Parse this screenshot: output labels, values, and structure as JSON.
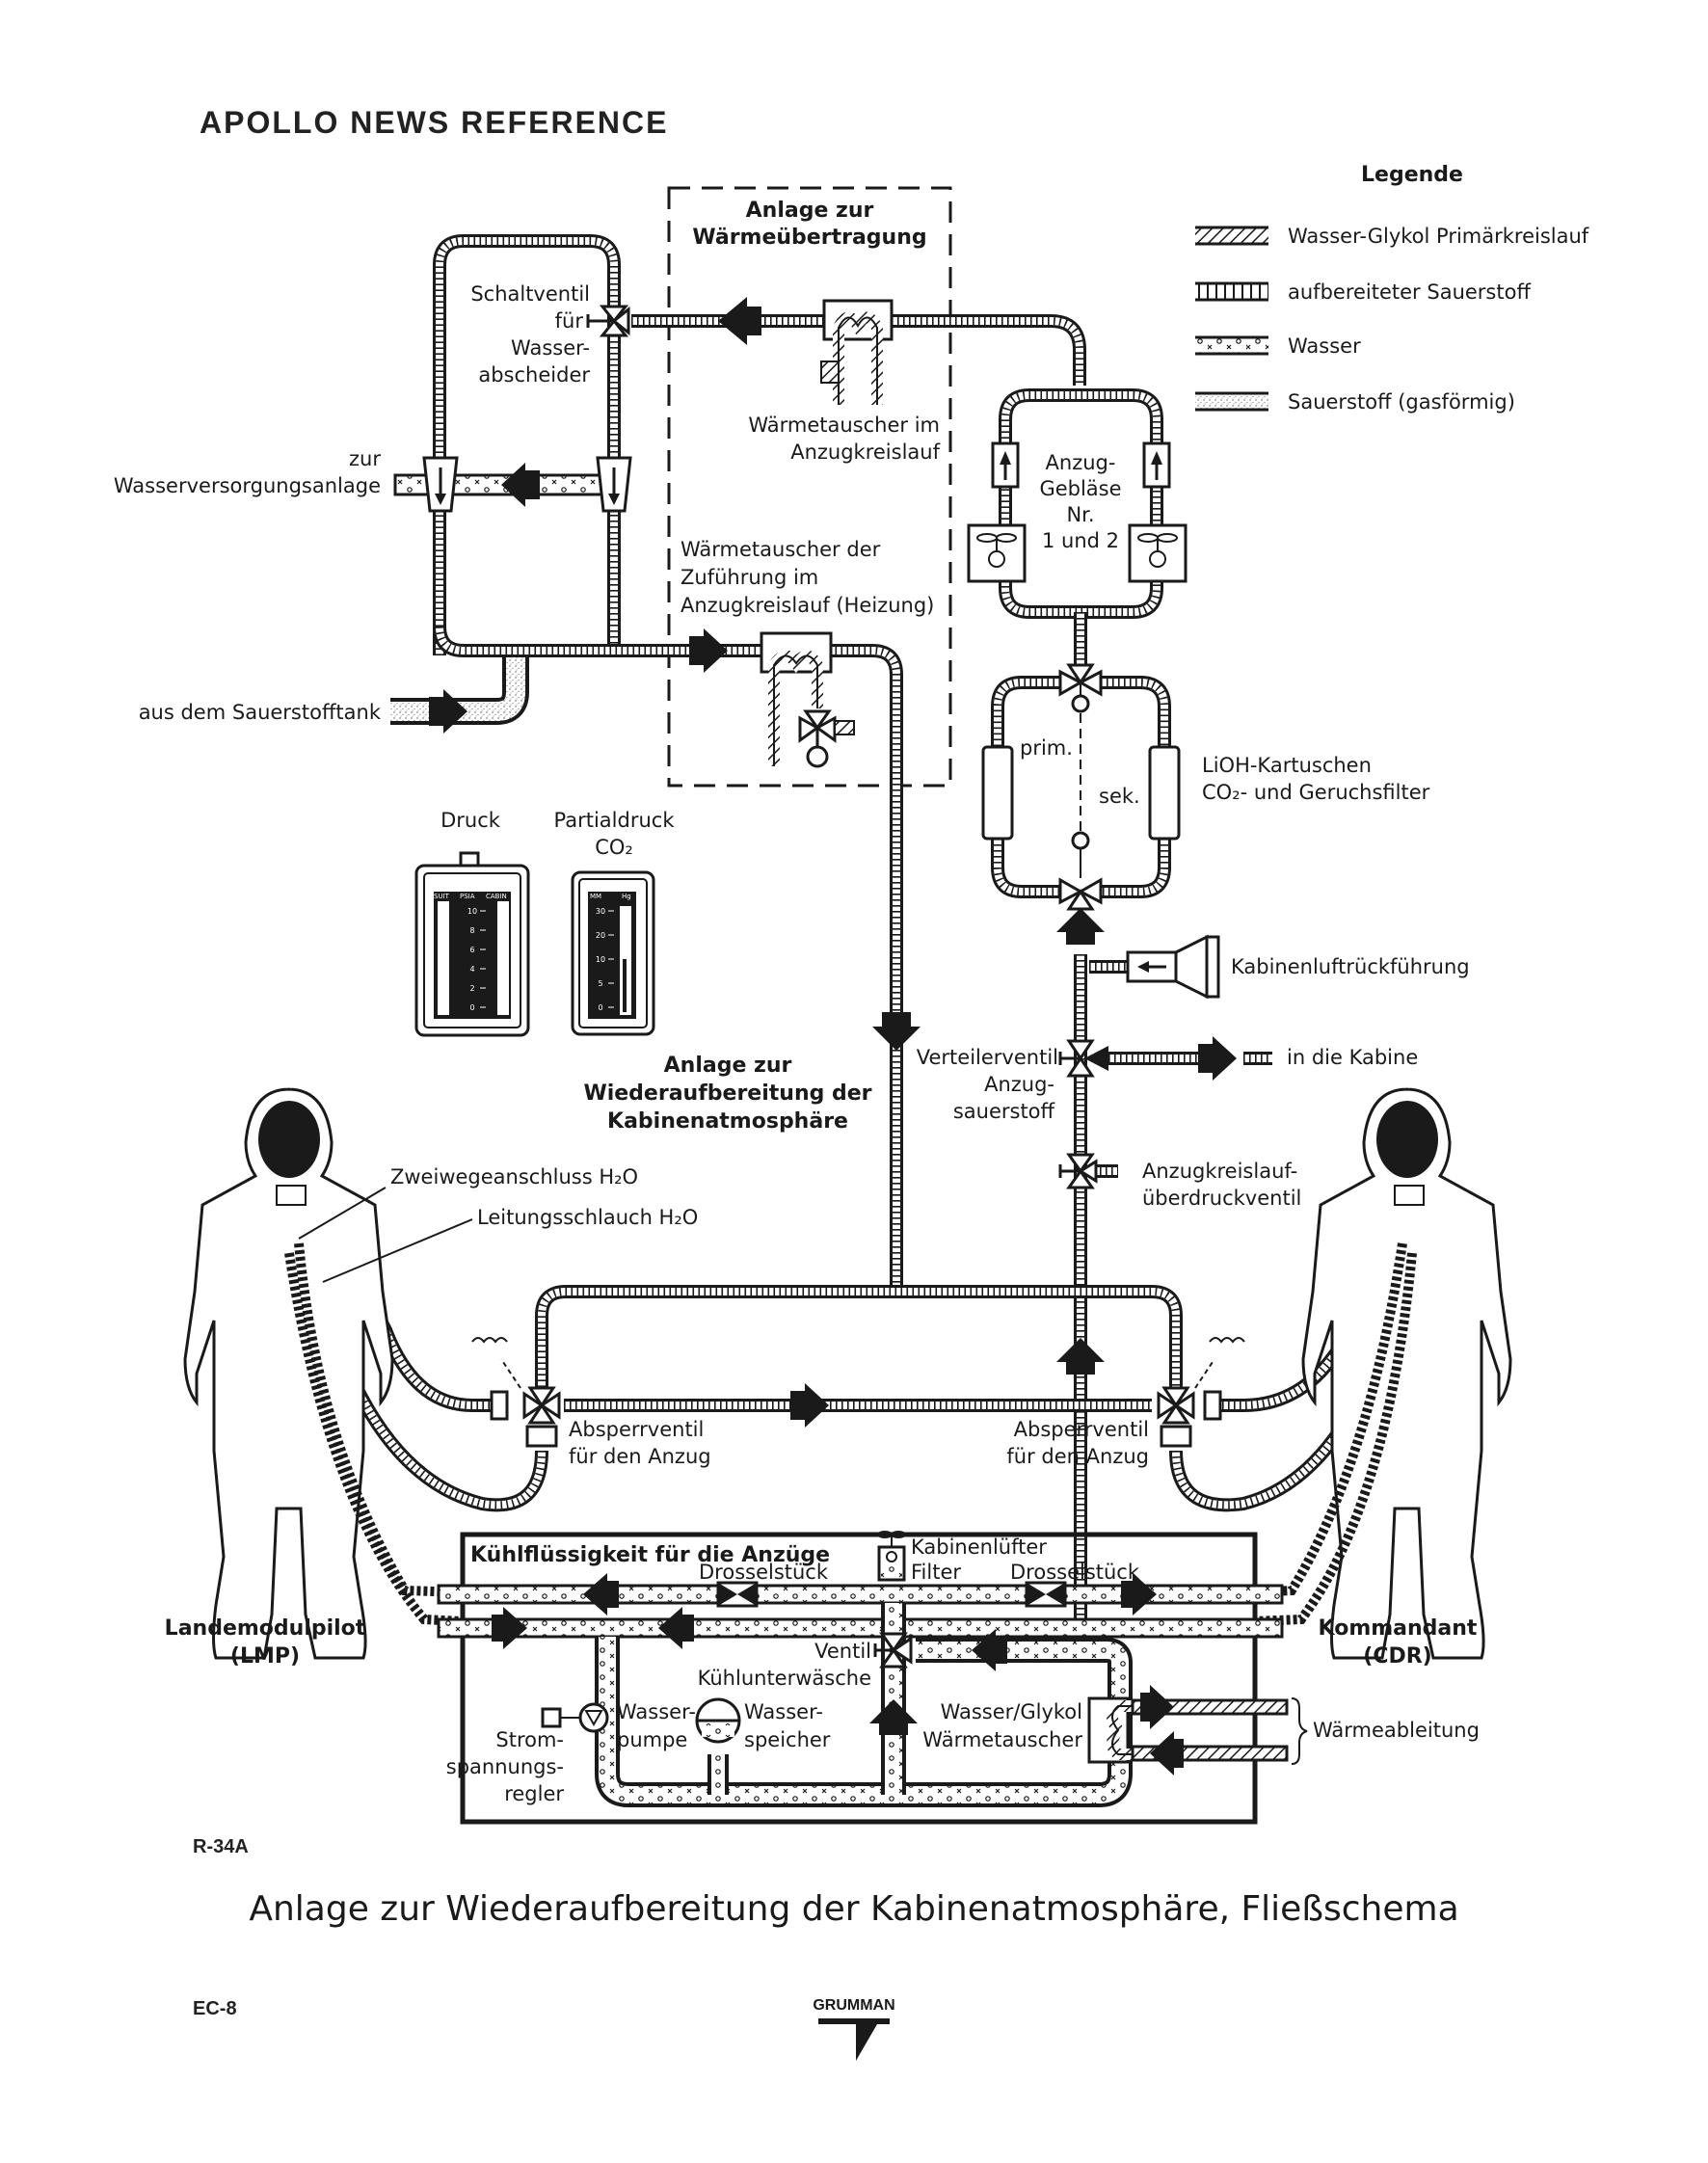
{
  "header": {
    "title": "APOLLO NEWS REFERENCE"
  },
  "legend": {
    "title": "Legende",
    "items": [
      {
        "pattern": "diagonal-hatch",
        "label": "Wasser-Glykol Primärkreislauf"
      },
      {
        "pattern": "ladder",
        "label": "aufbereiteter Sauerstoff"
      },
      {
        "pattern": "o-x",
        "label": "Wasser"
      },
      {
        "pattern": "stipple",
        "label": "Sauerstoff (gasförmig)"
      }
    ]
  },
  "sections": {
    "heat_transfer": [
      "Anlage zur",
      "Wärmeübertragung"
    ],
    "cabin_atmosphere": [
      "Anlage zur",
      "Wiederaufbereitung der",
      "Kabinenatmosphäre"
    ],
    "suit_coolant": "Kühlflüssigkeit für die Anzüge"
  },
  "labels": {
    "diverter_valve": [
      "Schaltventil",
      "für",
      "Wasser-",
      "abscheider"
    ],
    "water_supply": [
      "zur",
      "Wasserversorgungsanlage"
    ],
    "oxygen_tank": "aus dem Sauerstofftank",
    "suit_hx": [
      "Wärmetauscher im",
      "Anzugkreislauf"
    ],
    "heater_hx": [
      "Wärmetauscher der",
      "Zuführung im",
      "Anzugkreislauf (Heizung)"
    ],
    "suit_fans": [
      "Anzug-",
      "Gebläse",
      "Nr.",
      "1 und 2"
    ],
    "lioh_primary": "prim.",
    "lioh_secondary": "sek.",
    "lioh": [
      "LiOH-Kartuschen",
      "CO₂- und Geruchsfilter"
    ],
    "cabin_return": "Kabinenluftrückführung",
    "to_cabin": "in die Kabine",
    "distributor_valve": [
      "Verteilerventil",
      "Anzug-",
      "sauerstoff"
    ],
    "relief_valve": [
      "Anzugkreislauf-",
      "überdruckventil"
    ],
    "two_way": "Zweiwegeanschluss H₂O",
    "hose": "Leitungsschlauch H₂O",
    "shutoff_left": [
      "Absperrventil",
      "für den Anzug"
    ],
    "shutoff_right": [
      "Absperrventil",
      "für den Anzug"
    ],
    "orifice_left": "Drosselstück",
    "orifice_right": "Drosselstück",
    "cabin_fan": [
      "Kabinenlüfter",
      "Filter"
    ],
    "valve_lcg": [
      "Ventil",
      "Kühlunterwäsche"
    ],
    "water_pump": [
      "Wasser-",
      "pumpe"
    ],
    "inverter": [
      "Strom-",
      "spannungs-",
      "regler"
    ],
    "accumulator": [
      "Wasser-",
      "speicher"
    ],
    "wg_hx": [
      "Wasser/Glykol",
      "Wärmetauscher"
    ],
    "heat_rejection": "Wärmeableitung",
    "lmp": [
      "Landemodulpilot",
      "(LMP)"
    ],
    "cdr": [
      "Kommandant",
      "(CDR)"
    ]
  },
  "gauges": {
    "pressure": {
      "title": "Druck",
      "header": [
        "SUIT",
        "PSIA",
        "CABIN"
      ],
      "ticks": [
        "10",
        "8",
        "6",
        "4",
        "2",
        "0"
      ]
    },
    "co2": {
      "title": [
        "Partialdruck",
        "CO₂"
      ],
      "header": [
        "MM",
        "Hg"
      ],
      "ticks": [
        "30",
        "20",
        "10",
        "5",
        "0"
      ]
    }
  },
  "footer": {
    "ref": "R-34A",
    "caption": "Anlage zur Wiederaufbereitung der Kabinenatmosphäre, Fließschema",
    "page": "EC-8",
    "logo": "GRUMMAN"
  }
}
